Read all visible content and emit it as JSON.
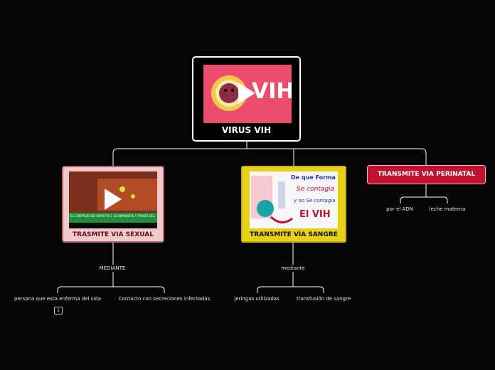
{
  "root": {
    "title": "VIRUS VIH",
    "thumb_text": "VIH"
  },
  "branches": {
    "sexual": {
      "title": "TRASMITE VIA SEXUAL",
      "thumb_caption": "EL CONTAGIO DE HEPATITIS C ES INMINENTE A TRAVÉS DEL SEXO",
      "connector": "MEDIANTE",
      "children": [
        "persona que esta enferma del sida",
        "Contacto con secreciones infectadas"
      ],
      "badge": "1"
    },
    "sangre": {
      "title": "TRANSMITE VÍA SANGRE",
      "connector": "mediante",
      "thumb_lines": [
        "De que Forma",
        "Se contagia",
        "y no Se contagia",
        "El VIH"
      ],
      "children": [
        "jeringas utilizadas",
        "transfusión de sangre"
      ]
    },
    "perinatal": {
      "title": "TRANSMITE VIA PERINATAL",
      "children": [
        "por el ADN",
        "leche materna"
      ]
    }
  },
  "colors": {
    "background": "#050505",
    "perinatal": "#c0112f",
    "sangre": "#e6d018",
    "sexual": "#f3c8cc"
  }
}
